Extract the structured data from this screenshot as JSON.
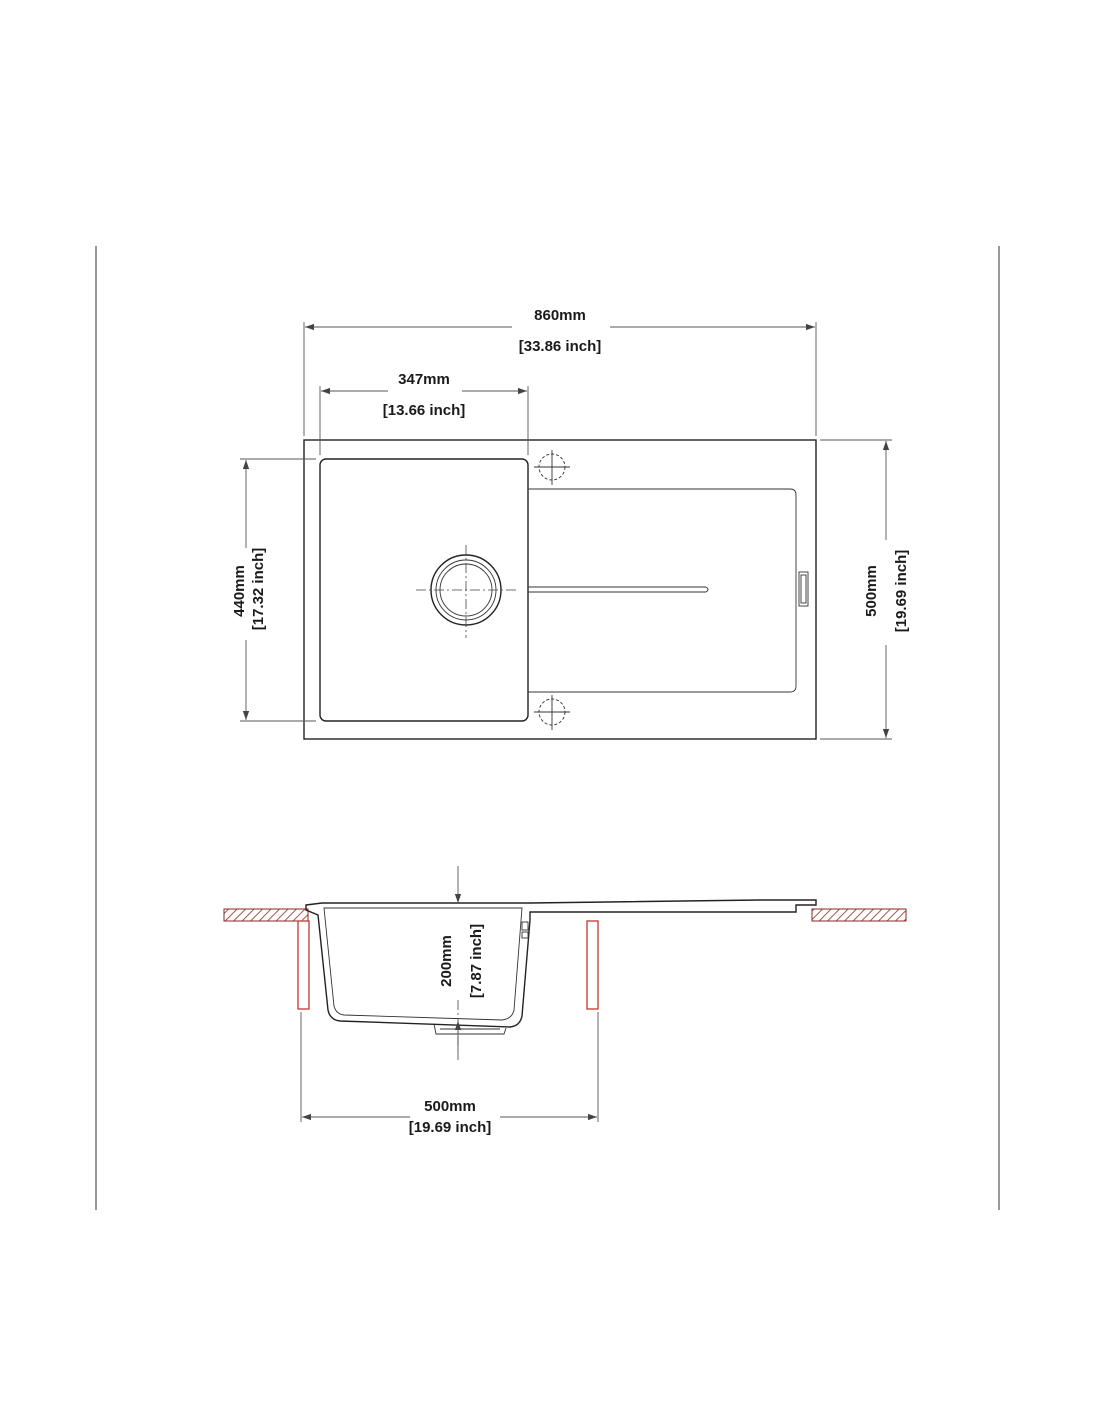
{
  "top_view": {
    "overall_width": {
      "mm": "860mm",
      "inch": "[33.86 inch]"
    },
    "bowl_width": {
      "mm": "347mm",
      "inch": "[13.66 inch]"
    },
    "bowl_length": {
      "mm": "440mm",
      "inch": "[17.32 inch]"
    },
    "overall_depth": {
      "mm": "500mm",
      "inch": "[19.69 inch]"
    }
  },
  "side_view": {
    "bowl_depth": {
      "mm": "200mm",
      "inch": "[7.87 inch]"
    },
    "cabinet_width": {
      "mm": "500mm",
      "inch": "[19.69 inch]"
    }
  },
  "colors": {
    "line": "#222222",
    "dimension": "#555555",
    "cabinet": "#c0392b"
  }
}
